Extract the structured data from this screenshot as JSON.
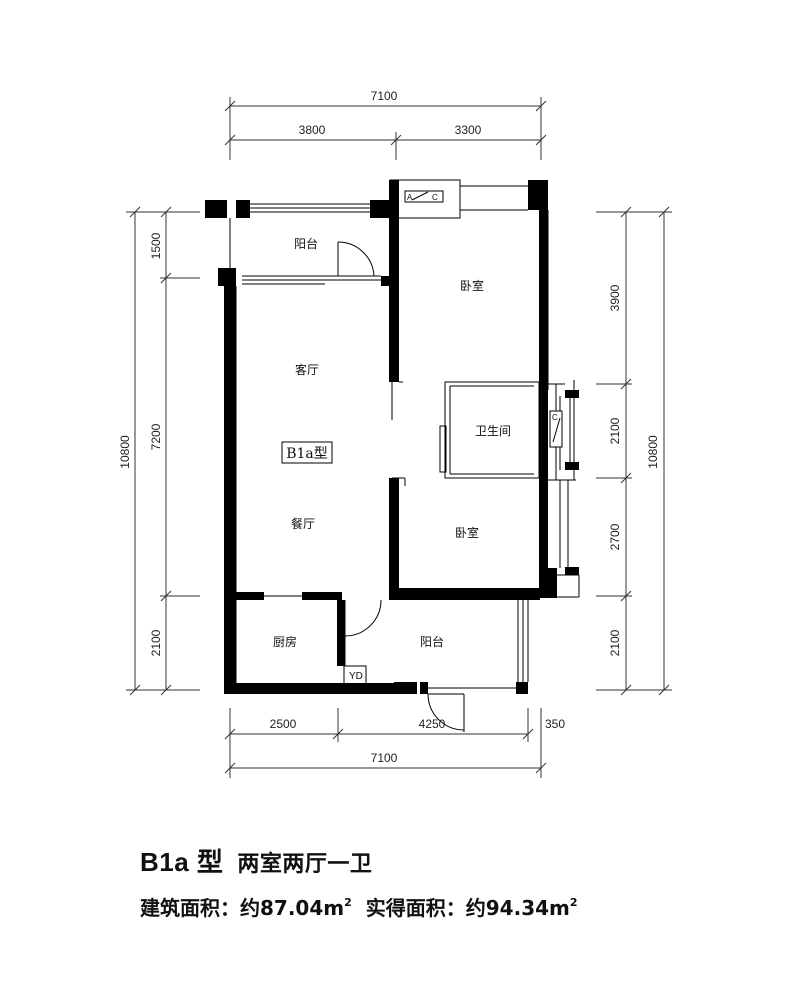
{
  "dimensions": {
    "top_total": "7100",
    "top_left": "3800",
    "top_right": "3300",
    "bottom_left": "2500",
    "bottom_mid": "4250",
    "bottom_right": "350",
    "bottom_total": "7100",
    "left_total": "10800",
    "left_top": "1500",
    "left_mid": "7200",
    "left_bottom": "2100",
    "right_total": "10800",
    "right_top": "3900",
    "right_mid": "2100",
    "right_lower": "2700",
    "right_bottom": "2100"
  },
  "rooms": {
    "balcony_north": "阳台",
    "bedroom_north": "卧室",
    "living_room": "客厅",
    "unit_tag": "B1a型",
    "bathroom": "卫生间",
    "dining_room": "餐厅",
    "bedroom_south": "卧室",
    "kitchen": "厨房",
    "balcony_south": "阳台",
    "yd_label": "YD"
  },
  "caption": {
    "type_name": "B1a 型",
    "layout": "两室两厅一卫",
    "building_area_label": "建筑面积：约87.04m",
    "building_area_sup": "2",
    "usable_area_label": "实得面积：约94.34m",
    "usable_area_sup": "2"
  }
}
